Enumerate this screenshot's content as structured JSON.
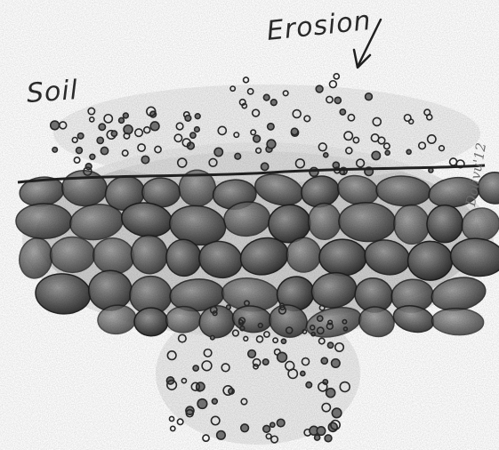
{
  "labels": {
    "soil": "Soil",
    "erosion": "Erosion"
  },
  "signature": "Dolivu'12",
  "arrow_icon": "arrow-down-left-icon",
  "colors": {
    "pencil_dark": "#2b2b2b",
    "pencil_mid": "#7a7a7a",
    "paper": "#ffffff"
  }
}
